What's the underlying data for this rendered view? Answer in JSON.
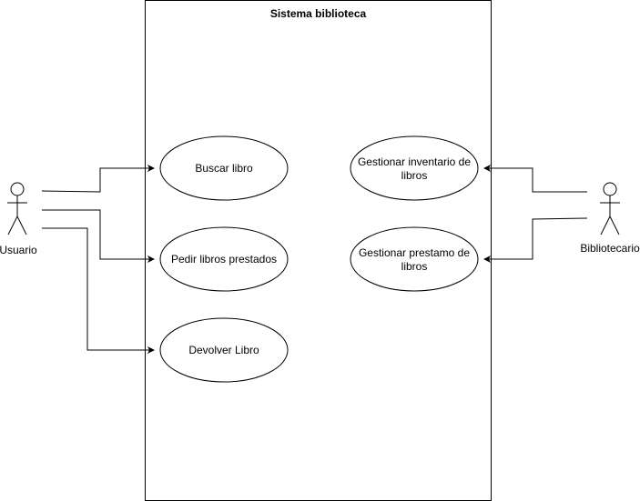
{
  "system": {
    "title": "Sistema biblioteca"
  },
  "actors": {
    "user": {
      "label": "Usuario"
    },
    "librarian": {
      "label": "Bibliotecario"
    }
  },
  "use_cases": {
    "search": {
      "lines": [
        "Buscar libro"
      ]
    },
    "borrow": {
      "lines": [
        "Pedir libros prestados"
      ]
    },
    "return": {
      "lines": [
        "Devolver Libro"
      ]
    },
    "inventory": {
      "lines": [
        "Gestionar inventario de",
        "libros"
      ]
    },
    "loans": {
      "lines": [
        "Gestionar prestamo de",
        "libros"
      ]
    }
  }
}
